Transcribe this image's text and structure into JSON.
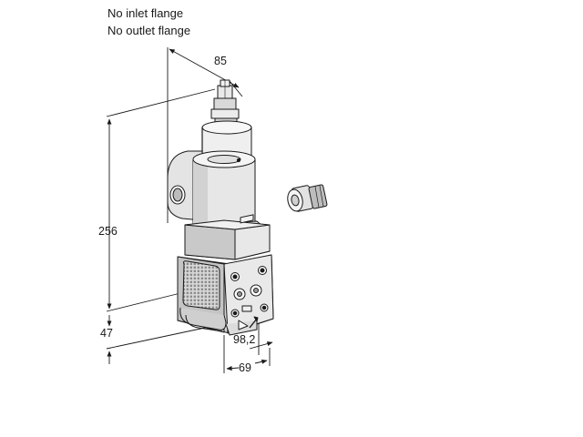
{
  "notes": {
    "inlet": "No inlet flange",
    "outlet": "No outlet flange"
  },
  "dimensions": {
    "width_top": "85",
    "height_main": "256",
    "height_base": "47",
    "depth_port": "98,2",
    "width_base": "69"
  },
  "colors": {
    "line": "#1a1a1a",
    "body_light": "#ececec",
    "body_mid": "#cfcfcf",
    "body_dark": "#9a9a9a"
  }
}
